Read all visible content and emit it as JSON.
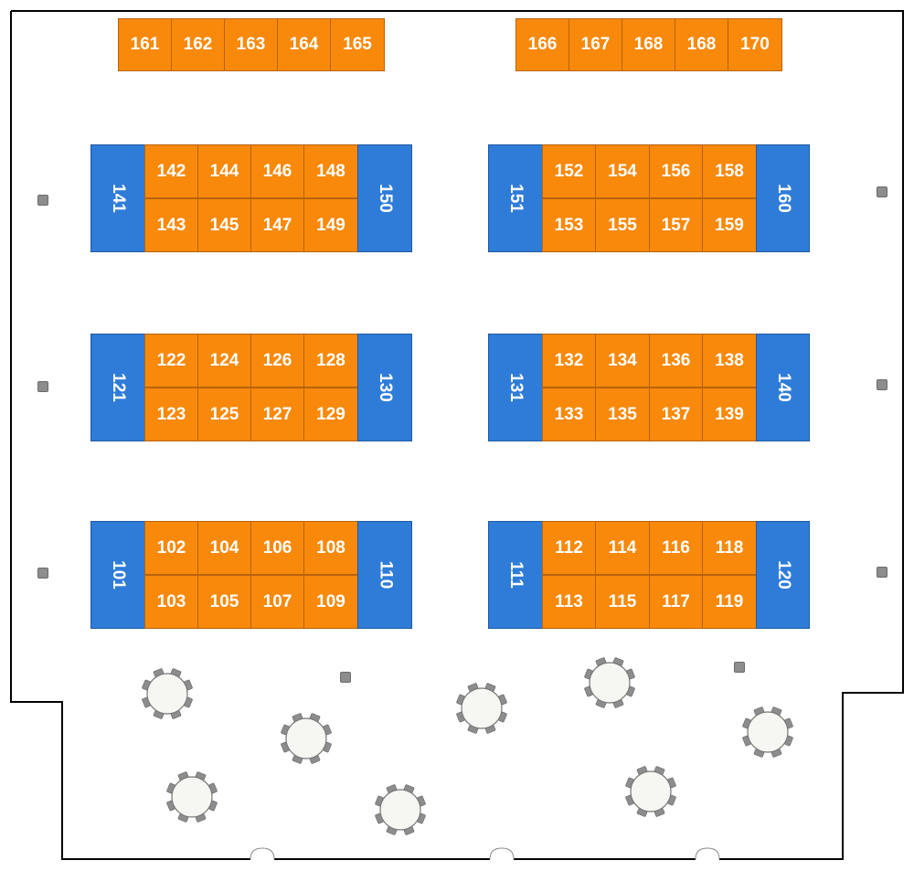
{
  "colors": {
    "exhibit_booth": "#f8890b",
    "anchor_booth": "#2f7cd8",
    "pillar": "#8d8d8d",
    "wall": "#000000",
    "table": "#f6f6f2"
  },
  "top_row_left": [
    "161",
    "162",
    "163",
    "164",
    "165"
  ],
  "top_row_right": [
    "166",
    "167",
    "168",
    "168",
    "170"
  ],
  "islands": [
    {
      "left": "141",
      "top": [
        "142",
        "144",
        "146",
        "148"
      ],
      "bottom": [
        "143",
        "145",
        "147",
        "149"
      ],
      "right": "150"
    },
    {
      "left": "151",
      "top": [
        "152",
        "154",
        "156",
        "158"
      ],
      "bottom": [
        "153",
        "155",
        "157",
        "159"
      ],
      "right": "160"
    },
    {
      "left": "121",
      "top": [
        "122",
        "124",
        "126",
        "128"
      ],
      "bottom": [
        "123",
        "125",
        "127",
        "129"
      ],
      "right": "130"
    },
    {
      "left": "131",
      "top": [
        "132",
        "134",
        "136",
        "138"
      ],
      "bottom": [
        "133",
        "135",
        "137",
        "139"
      ],
      "right": "140"
    },
    {
      "left": "101",
      "top": [
        "102",
        "104",
        "106",
        "108"
      ],
      "bottom": [
        "103",
        "105",
        "107",
        "109"
      ],
      "right": "110"
    },
    {
      "left": "111",
      "top": [
        "112",
        "114",
        "116",
        "118"
      ],
      "bottom": [
        "113",
        "115",
        "117",
        "119"
      ],
      "right": "120"
    }
  ],
  "round_tables": {
    "count": 8,
    "icon": "round-table-with-chairs-icon"
  },
  "pillars": {
    "count": 8,
    "icon": "pillar-icon"
  },
  "doors": {
    "count": 3,
    "icon": "double-door-icon"
  }
}
